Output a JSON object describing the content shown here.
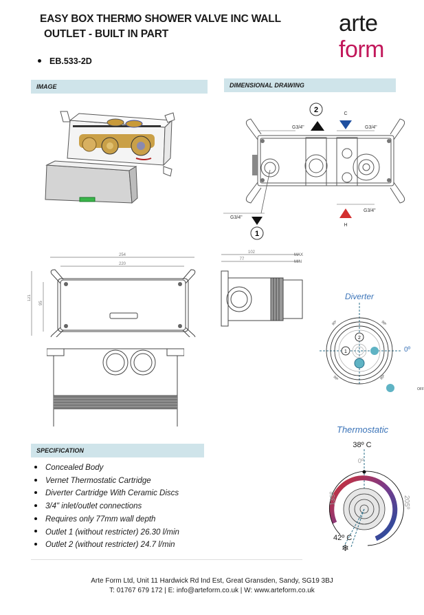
{
  "header": {
    "title_line1": "EASY BOX THERMO SHOWER VALVE INC WALL",
    "title_line2": "OUTLET - BUILT IN PART",
    "product_code": "EB.533-2D"
  },
  "logo": {
    "line1": "arte",
    "line2": "form",
    "accent": "#c2185b"
  },
  "sections": {
    "image": "IMAGE",
    "dimensional": "DIMENSIONAL DRAWING",
    "specification": "SPECIFICATION"
  },
  "drawing_labels": {
    "outlet_2": "2",
    "outlet_1": "1",
    "cold": "C",
    "hot": "H",
    "thread": "G3/4\"",
    "width_outer": "254",
    "width_inner": "220",
    "height_outer": "121",
    "height_inner": "95",
    "depth_max": "102",
    "depth_min": "77",
    "max": "MAX",
    "min": "MIN"
  },
  "diverter": {
    "title": "Diverter",
    "zero": "0º",
    "off": "OFF",
    "angle_label": "90º",
    "pos1": "1",
    "pos2": "2"
  },
  "thermostatic": {
    "title": "Thermostatic",
    "temp_top": "38º C",
    "zero": "0º",
    "left_angle": "135º",
    "right_angle": "205º",
    "temp_bottom": "42º C",
    "cold_symbol": "❄"
  },
  "specification_items": [
    "Concealed Body",
    "Vernet Thermostatic Cartridge",
    "Diverter Cartridge With Ceramic Discs",
    "3/4\" inlet/outlet connections",
    "Requires only 77mm wall depth",
    "Outlet 1 (without restricter) 26.30 l/min",
    "Outlet 2 (without restricter) 24.7 l/min"
  ],
  "footer": {
    "line1": "Arte Form Ltd, Unit 11 Hardwick Rd Ind Est, Great Gransden, Sandy, SG19 3BJ",
    "line2": "T: 01767 679 172 | E: info@arteform.co.uk | W: www.arteform.co.uk"
  },
  "colors": {
    "band": "#cfe4ea",
    "hot": "#d32f2f",
    "cold": "#1e4fa0",
    "diverter_title": "#3a73b8",
    "teal": "#5fb3c4"
  }
}
